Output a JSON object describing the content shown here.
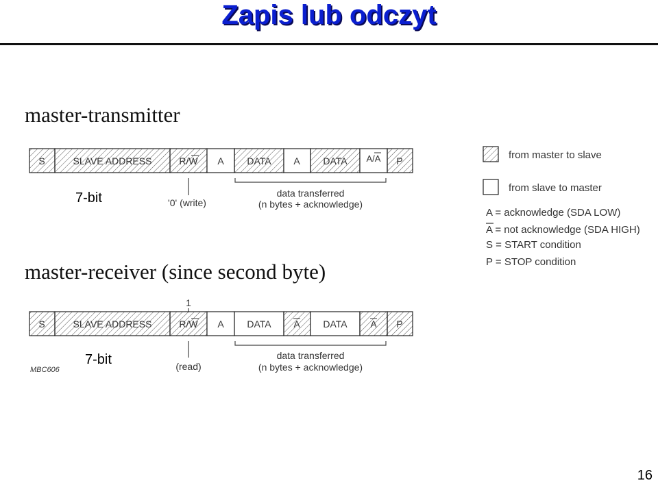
{
  "title": "Zapis lub odczyt",
  "page_number": "16",
  "transmitter": {
    "heading": "master-transmitter",
    "bit_label": "7-bit",
    "fields": [
      "S",
      "SLAVE ADDRESS",
      "R/W",
      "A",
      "DATA",
      "A",
      "DATA",
      "A/A",
      "P"
    ],
    "rw_value": "'0' (write)",
    "data_note_1": "data transferred",
    "data_note_2": "(n bytes + acknowledge)"
  },
  "receiver": {
    "heading": "master-receiver (since second byte)",
    "bit_label": "7-bit",
    "fields": [
      "S",
      "SLAVE ADDRESS",
      "R/W",
      "A",
      "DATA",
      "A",
      "DATA",
      "A",
      "P"
    ],
    "rw_bit": "1",
    "rw_value": "(read)",
    "data_note_1": "data transferred",
    "data_note_2": "(n bytes + acknowledge)",
    "code": "MBC606"
  },
  "legend": {
    "master_to_slave": "from master to slave",
    "slave_to_master": "from slave to master",
    "defs": [
      "A = acknowledge (SDA LOW)",
      "A = not acknowledge (SDA HIGH)",
      "S = START condition",
      "P = STOP condition"
    ]
  }
}
